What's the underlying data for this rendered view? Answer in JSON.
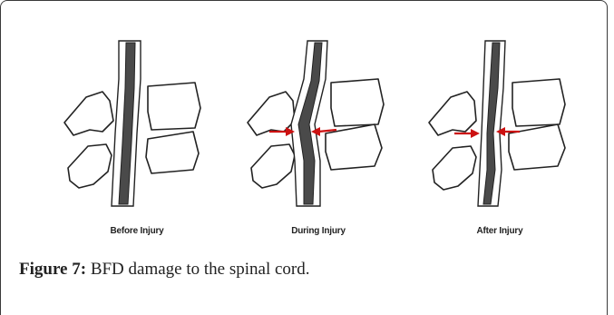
{
  "panels": [
    {
      "label": "Before Injury",
      "state": "before"
    },
    {
      "label": "During Injury",
      "state": "during"
    },
    {
      "label": "After Injury",
      "state": "after"
    }
  ],
  "caption": {
    "label": "Figure 7:",
    "text": " BFD damage to the spinal cord."
  },
  "colors": {
    "arrow": "#cc1111",
    "cord_core": "#4a4a4a",
    "outline": "#222222"
  }
}
